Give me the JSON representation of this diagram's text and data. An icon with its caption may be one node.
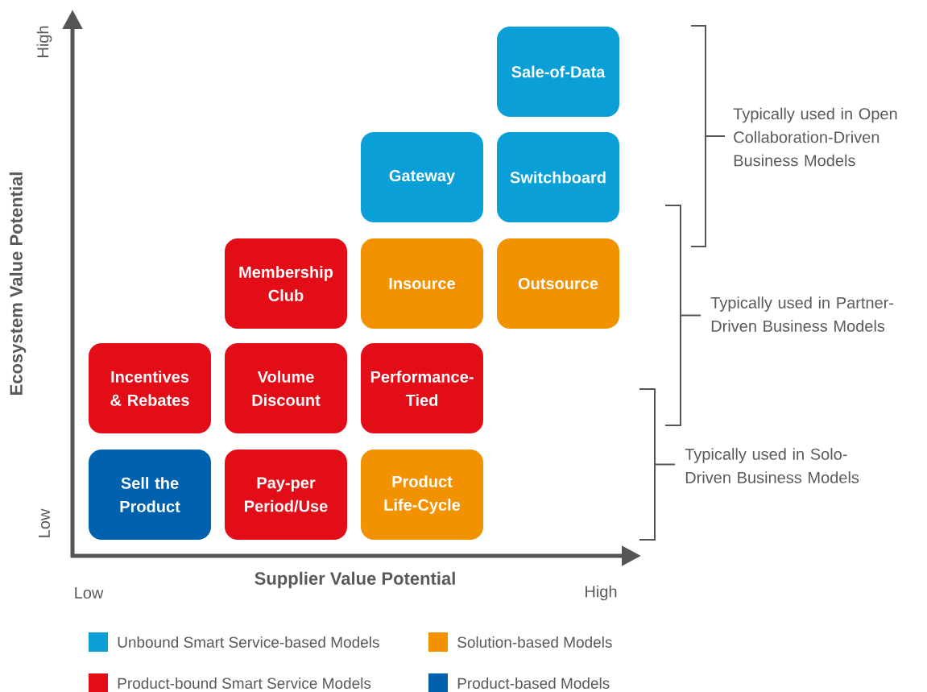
{
  "diagram": {
    "nodes": [
      {
        "text": [
          "Sale-of-Data"
        ]
      },
      {
        "text": [
          "Gateway"
        ]
      },
      {
        "text": [
          "Switchboard"
        ]
      },
      {
        "text": [
          "Membership Club"
        ]
      },
      {
        "text": [
          "Insource"
        ]
      },
      {
        "text": [
          "Outsource"
        ]
      },
      {
        "text": [
          "Incentives & Rebates"
        ]
      },
      {
        "text": [
          "Volume Discount"
        ]
      },
      {
        "text": [
          "Performance-Tied"
        ]
      },
      {
        "text": [
          "Sell the Product"
        ]
      },
      {
        "text": [
          "Pay-per Period/Use"
        ]
      },
      {
        "text": [
          "Product Life-Cycle"
        ]
      }
    ],
    "labels": [
      "High",
      "Typically used in Open Collaboration-Driven Business Models",
      "Typically used in Partner-Driven Business Models",
      "Ecosystem Value Potential",
      "Typically used in Solo-Driven Business Models",
      "Low",
      "Supplier Value Potential",
      "Low",
      "High"
    ],
    "legend": [
      {
        "text": "Unbound Smart Service-based Models",
        "color": "#0a9fd6"
      },
      {
        "text": "Solution-based Models",
        "color": "#f39200"
      },
      {
        "text": "Product-bound Smart Service Models",
        "color": "#e30d18"
      },
      {
        "text": "Product-based Models",
        "color": "#0061ae"
      }
    ]
  }
}
